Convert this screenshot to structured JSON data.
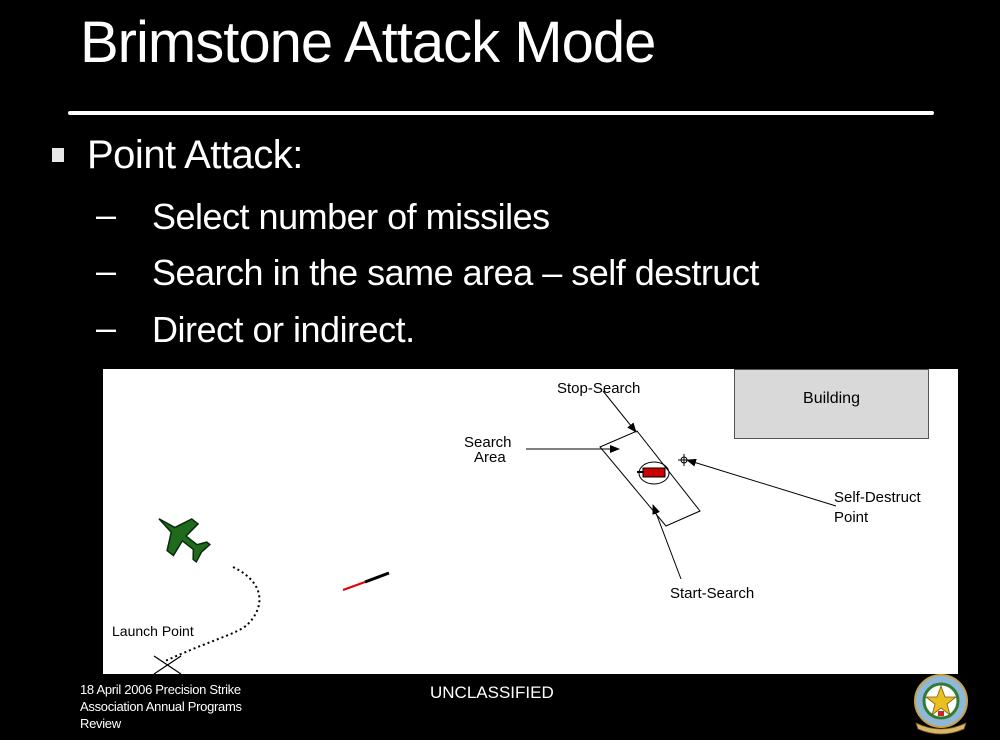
{
  "slide": {
    "title": "Brimstone Attack Mode",
    "bullet": {
      "label": "Point Attack:",
      "sub_items": [
        {
          "dash": "–",
          "text": "Select number of missiles"
        },
        {
          "dash": "–",
          "text": "Search in the same area – self destruct"
        },
        {
          "dash": "–",
          "text": "Direct or indirect."
        }
      ]
    }
  },
  "diagram": {
    "labels": {
      "stop_search": "Stop-Search",
      "search_area_line1": "Search",
      "search_area_line2": "Area",
      "building": "Building",
      "self_destruct_line1": "Self-Destruct",
      "self_destruct_line2": "Point",
      "start_search": "Start-Search",
      "launch_point": "Launch Point"
    },
    "colors": {
      "aircraft": "#1e6b1e",
      "missile_exhaust": "#e00000",
      "target": "#cc0000",
      "building_fill": "#d9d9d9"
    }
  },
  "footer": {
    "line1": "18 April 2006 Precision Strike",
    "line2": "Association  Annual Programs",
    "line3": "Review",
    "classification": "UNCLASSIFIED",
    "logo": "squadron-crest-icon"
  }
}
